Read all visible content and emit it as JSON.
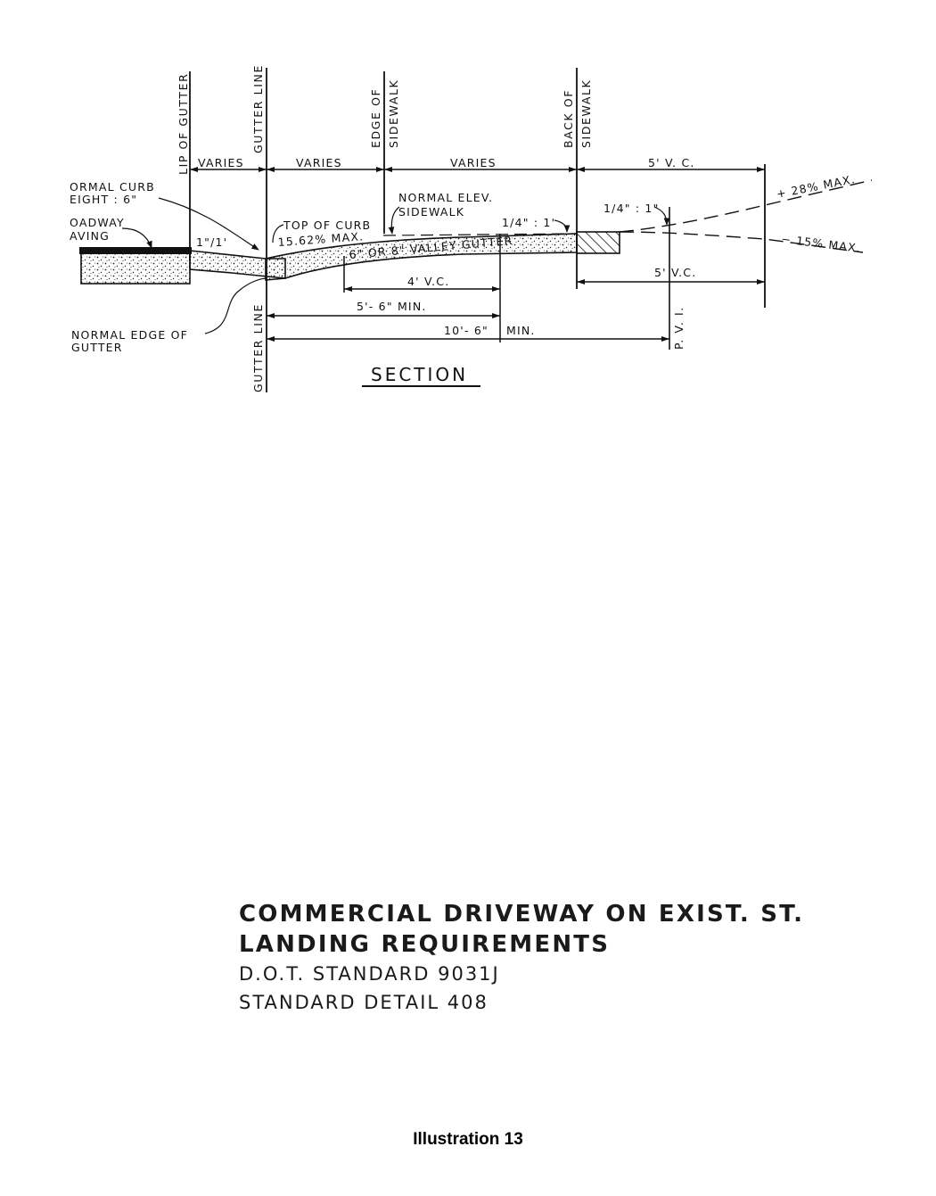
{
  "section": {
    "vertical_labels": {
      "lip_of_gutter": "LIP OF GUTTER",
      "gutter_line_top": "GUTTER LINE",
      "edge_of": "EDGE OF",
      "sidewalk_1": "SIDEWALK",
      "back_of": "BACK OF",
      "sidewalk_2": "SIDEWALK",
      "gutter_line_bottom": "GUTTER LINE",
      "pvi": "P. V. I."
    },
    "dimensions": {
      "varies_1": "VARIES",
      "varies_2": "VARIES",
      "varies_3": "VARIES",
      "vc_top": "5' V. C.",
      "vc_bottom": "5' V.C.",
      "vc_4": "4' V.C.",
      "min_5_6": "5'- 6\" MIN.",
      "min_10_6_value": "10'- 6\"",
      "min_10_6_suffix": "MIN."
    },
    "callouts": {
      "normal_curb_1": "ORMAL CURB",
      "normal_curb_2": "EIGHT : 6\"",
      "roadway_1": "OADWAY",
      "roadway_2": "AVING",
      "normal_elev_1": "NORMAL  ELEV.",
      "normal_elev_2": "SIDEWALK",
      "top_of_curb": "TOP OF CURB",
      "slope_max": "15.62% MAX.",
      "valley_gutter": "6\" OR 8\" VALLEY GUTTER",
      "slope_1_1": "1\"/1'",
      "slope_quarter_1": "1/4\" : 1'",
      "slope_quarter_2": "1/4\" : 1\"",
      "plus_28": "+ 28% MAX.",
      "minus_15": "− 15% MAX.",
      "normal_edge_1": "NORMAL EDGE OF",
      "normal_edge_2": "GUTTER"
    },
    "section_title": "SECTION"
  },
  "title_block": {
    "line1": "COMMERCIAL DRIVEWAY ON EXIST. ST.",
    "line2": "LANDING REQUIREMENTS",
    "line3": "D.O.T. STANDARD 9031J",
    "line4": "STANDARD DETAIL 408"
  },
  "caption": "Illustration 13"
}
